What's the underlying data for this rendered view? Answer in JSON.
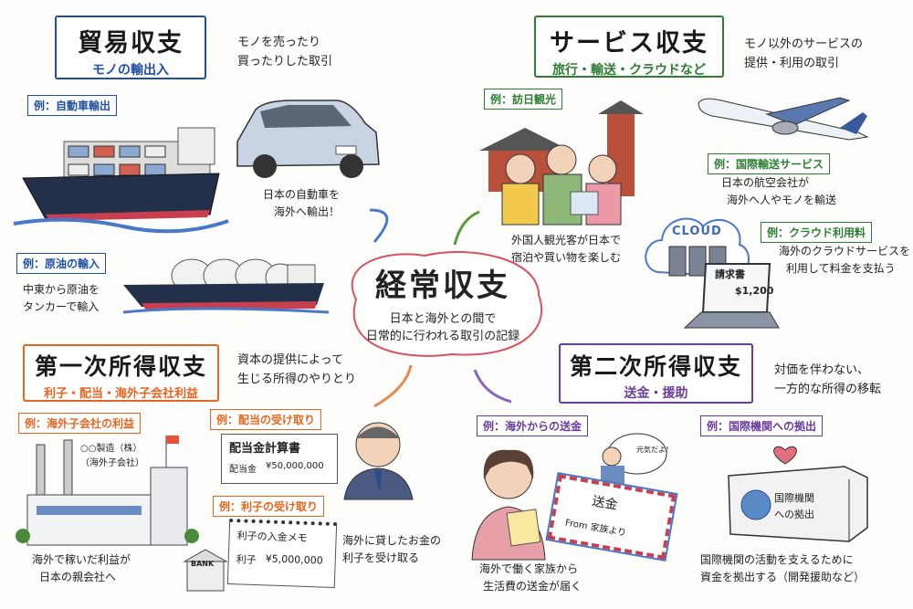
{
  "colors": {
    "trade": "#1f4fa0",
    "service": "#2e7d32",
    "primary": "#e4661f",
    "secondary": "#6a3d9a",
    "center": "#d9505f"
  },
  "center": {
    "title": "経常収支",
    "subtitle_lines": [
      "日本と海外との間で",
      "日常的に行われる取引の記録"
    ]
  },
  "trade": {
    "title": "貿易収支",
    "subtitle": "モノの輸出入",
    "desc_lines": [
      "モノを売ったり",
      "買ったりした取引"
    ],
    "examples": [
      {
        "label": "例：自動車輸出",
        "caption_lines": [
          "日本の自動車を",
          "海外へ輸出！"
        ]
      },
      {
        "label": "例：原油の輸入",
        "caption_lines": [
          "中東から原油を",
          "タンカーで輸入"
        ]
      }
    ]
  },
  "service": {
    "title": "サービス収支",
    "subtitle": "旅行・輸送・クラウドなど",
    "desc_lines": [
      "モノ以外のサービスの",
      "提供・利用の取引"
    ],
    "examples": [
      {
        "label": "例：訪日観光",
        "caption_lines": [
          "外国人観光客が日本で",
          "宿泊や買い物を楽しむ"
        ]
      },
      {
        "label": "例：国際輸送サービス",
        "caption_lines": [
          "日本の航空会社が",
          "海外へ人やモノを輸送"
        ]
      },
      {
        "label": "例：クラウド利用料",
        "caption_lines": [
          "海外のクラウドサービスを",
          "利用して料金を支払う"
        ]
      }
    ],
    "cloud_text": "CLOUD",
    "invoice_title": "請求書",
    "invoice_amount": "$1,200"
  },
  "primary": {
    "title": "第一次所得収支",
    "subtitle": "利子・配当・海外子会社利益",
    "desc_lines": [
      "資本の提供によって",
      "生じる所得のやりとり"
    ],
    "examples": [
      {
        "label": "例：海外子会社の利益",
        "caption_lines": [
          "海外で稼いだ利益が",
          "日本の親会社へ"
        ]
      },
      {
        "label": "例：配当の受け取り"
      },
      {
        "label": "例：利子の受け取り",
        "caption_lines": [
          "海外に貸したお金の",
          "利子を受け取る"
        ]
      }
    ],
    "factory_sign_lines": [
      "○○製造（株）",
      "（海外子会社）"
    ],
    "dividend_doc": {
      "title": "配当金計算書",
      "label": "配当金",
      "amount": "¥50,000,000"
    },
    "interest_memo": {
      "title": "利子の入金メモ",
      "label": "利子",
      "amount": "¥5,000,000"
    },
    "bank_sign": "BANK"
  },
  "secondary": {
    "title": "第二次所得収支",
    "subtitle": "送金・援助",
    "desc_lines": [
      "対価を伴わない、",
      "一方的な所得の移転"
    ],
    "examples": [
      {
        "label": "例：海外からの送金",
        "caption_lines": [
          "海外で働く家族から",
          "生活費の送金が届く"
        ]
      },
      {
        "label": "例：国際機関への拠出",
        "caption_lines": [
          "国際機関の活動を支えるために",
          "資金を拠出する（開発援助など）"
        ]
      }
    ],
    "speech": "元気だよ！",
    "envelope_title": "送金",
    "envelope_from": "From 家族より",
    "donation_box_lines": [
      "国際機関",
      "への拠出"
    ]
  }
}
